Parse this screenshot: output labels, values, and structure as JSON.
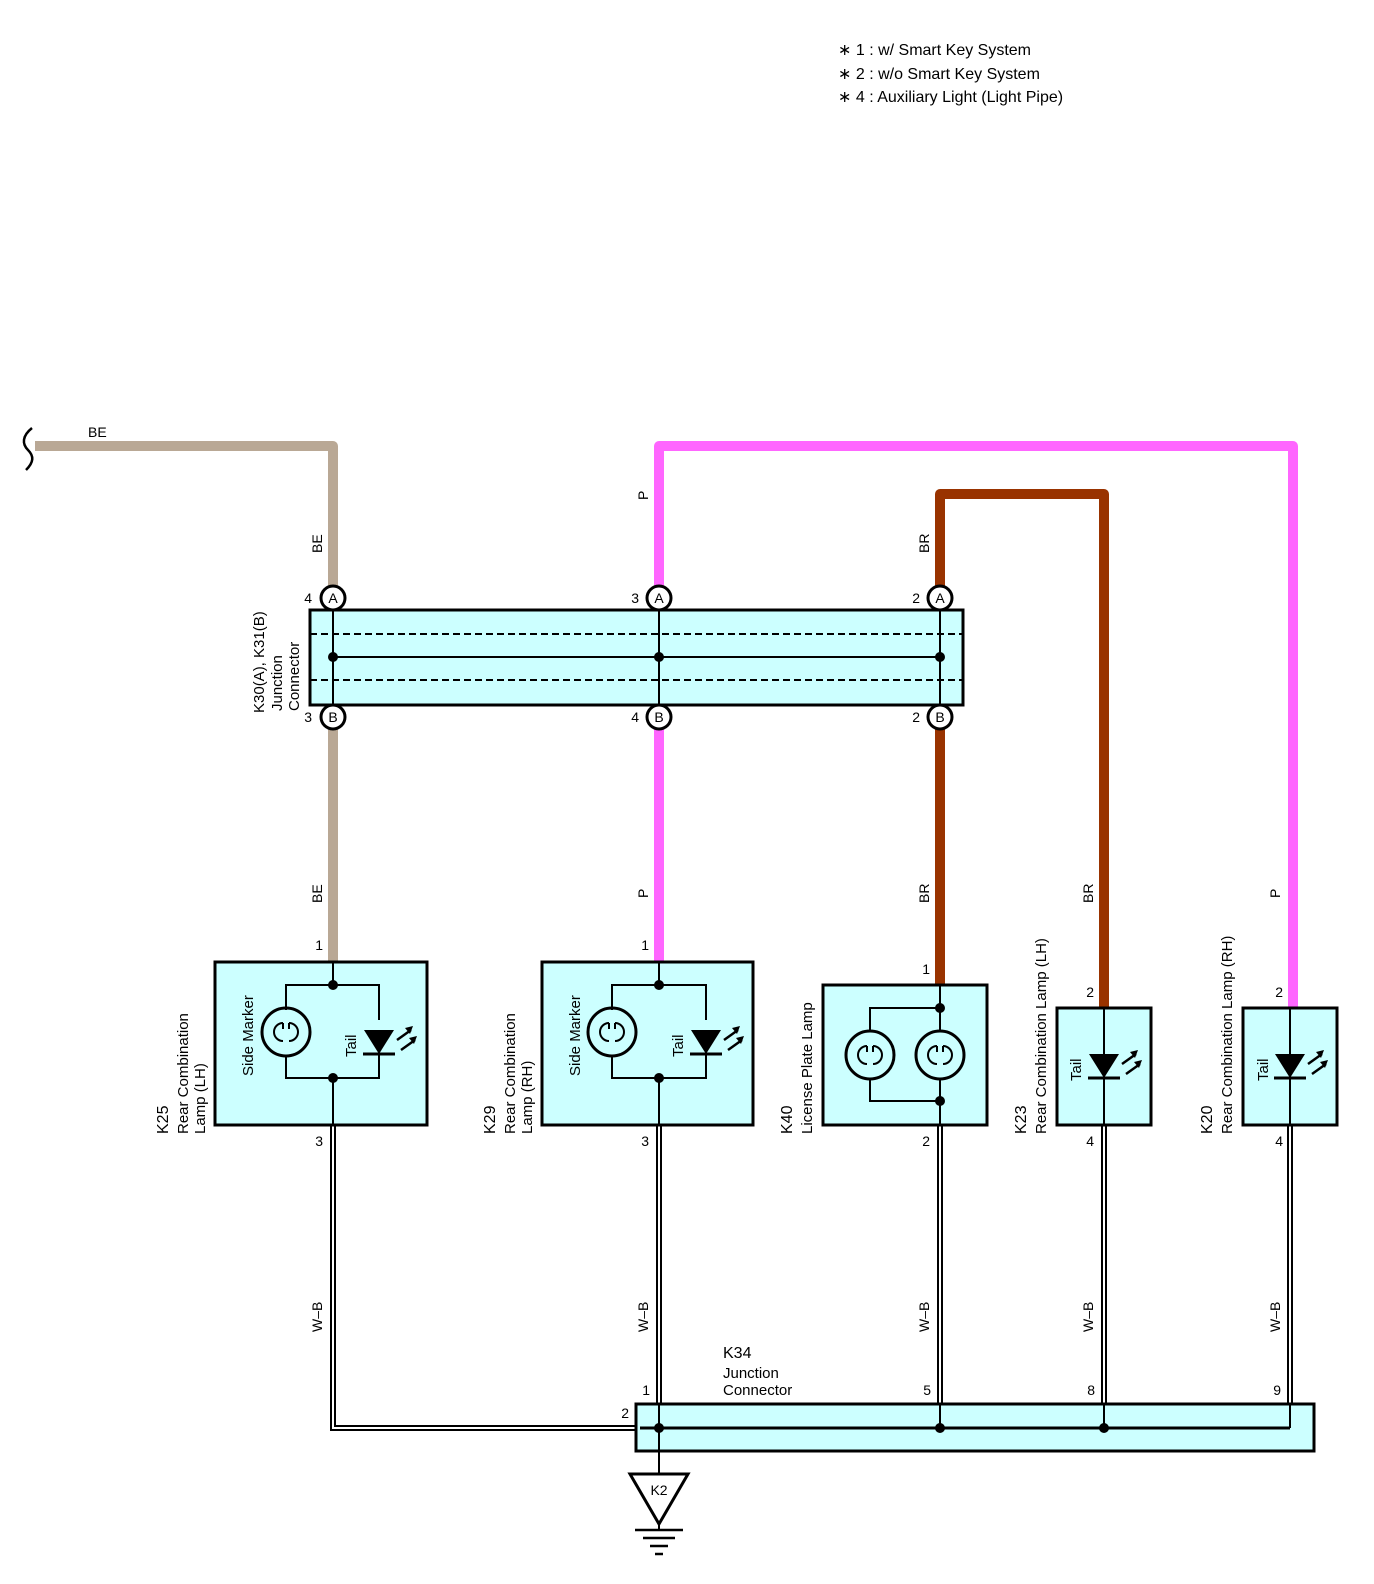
{
  "notes": [
    "∗ 1 : w/ Smart Key System",
    "∗ 2 : w/o Smart Key System",
    "∗ 4 : Auxiliary Light (Light Pipe)"
  ],
  "colors": {
    "BE": "#b9a895",
    "P": "#ff66ff",
    "BR": "#993300",
    "box_fill": "#ccffff",
    "line": "#000000"
  },
  "wires": {
    "be_left": "BE",
    "be_upper": "BE",
    "be_lower": "BE",
    "p_upper": "P",
    "p_lower": "P",
    "p_right": "P",
    "br_upper": "BR",
    "br_lower": "BR",
    "br_right": "BR",
    "wb_k25": "W–B",
    "wb_k29": "W–B",
    "wb_k40": "W–B",
    "wb_k23": "W–B",
    "wb_k20": "W–B"
  },
  "junction_k30": {
    "code": "K30(A), K31(B)",
    "name_line1": "Junction",
    "name_line2": "Connector",
    "pins_top": [
      {
        "num": "4",
        "letter": "A"
      },
      {
        "num": "3",
        "letter": "A"
      },
      {
        "num": "2",
        "letter": "A"
      }
    ],
    "pins_bottom": [
      {
        "num": "3",
        "letter": "B"
      },
      {
        "num": "4",
        "letter": "B"
      },
      {
        "num": "2",
        "letter": "B"
      }
    ]
  },
  "k25": {
    "code": "K25",
    "name_line1": "Rear Combination",
    "name_line2": "Lamp (LH)",
    "side_marker": "Side Marker",
    "tail": "Tail",
    "pin_top": "1",
    "pin_bottom": "3"
  },
  "k29": {
    "code": "K29",
    "name_line1": "Rear Combination",
    "name_line2": "Lamp (RH)",
    "side_marker": "Side Marker",
    "tail": "Tail",
    "pin_top": "1",
    "pin_bottom": "3"
  },
  "k40": {
    "code": "K40",
    "name_line1": "License Plate Lamp",
    "pin_top": "1",
    "pin_bottom": "2"
  },
  "k23": {
    "code": "K23",
    "name_line1": "Rear Combination Lamp (LH)",
    "tail": "Tail",
    "pin_top": "2",
    "pin_bottom": "4"
  },
  "k20": {
    "code": "K20",
    "name_line1": "Rear Combination Lamp (RH)",
    "tail": "Tail",
    "pin_top": "2",
    "pin_bottom": "4"
  },
  "k34": {
    "code": "K34",
    "name_line1": "Junction",
    "name_line2": "Connector",
    "pins": [
      "2",
      "1",
      "5",
      "8",
      "9"
    ]
  },
  "ground": {
    "code": "K2"
  }
}
